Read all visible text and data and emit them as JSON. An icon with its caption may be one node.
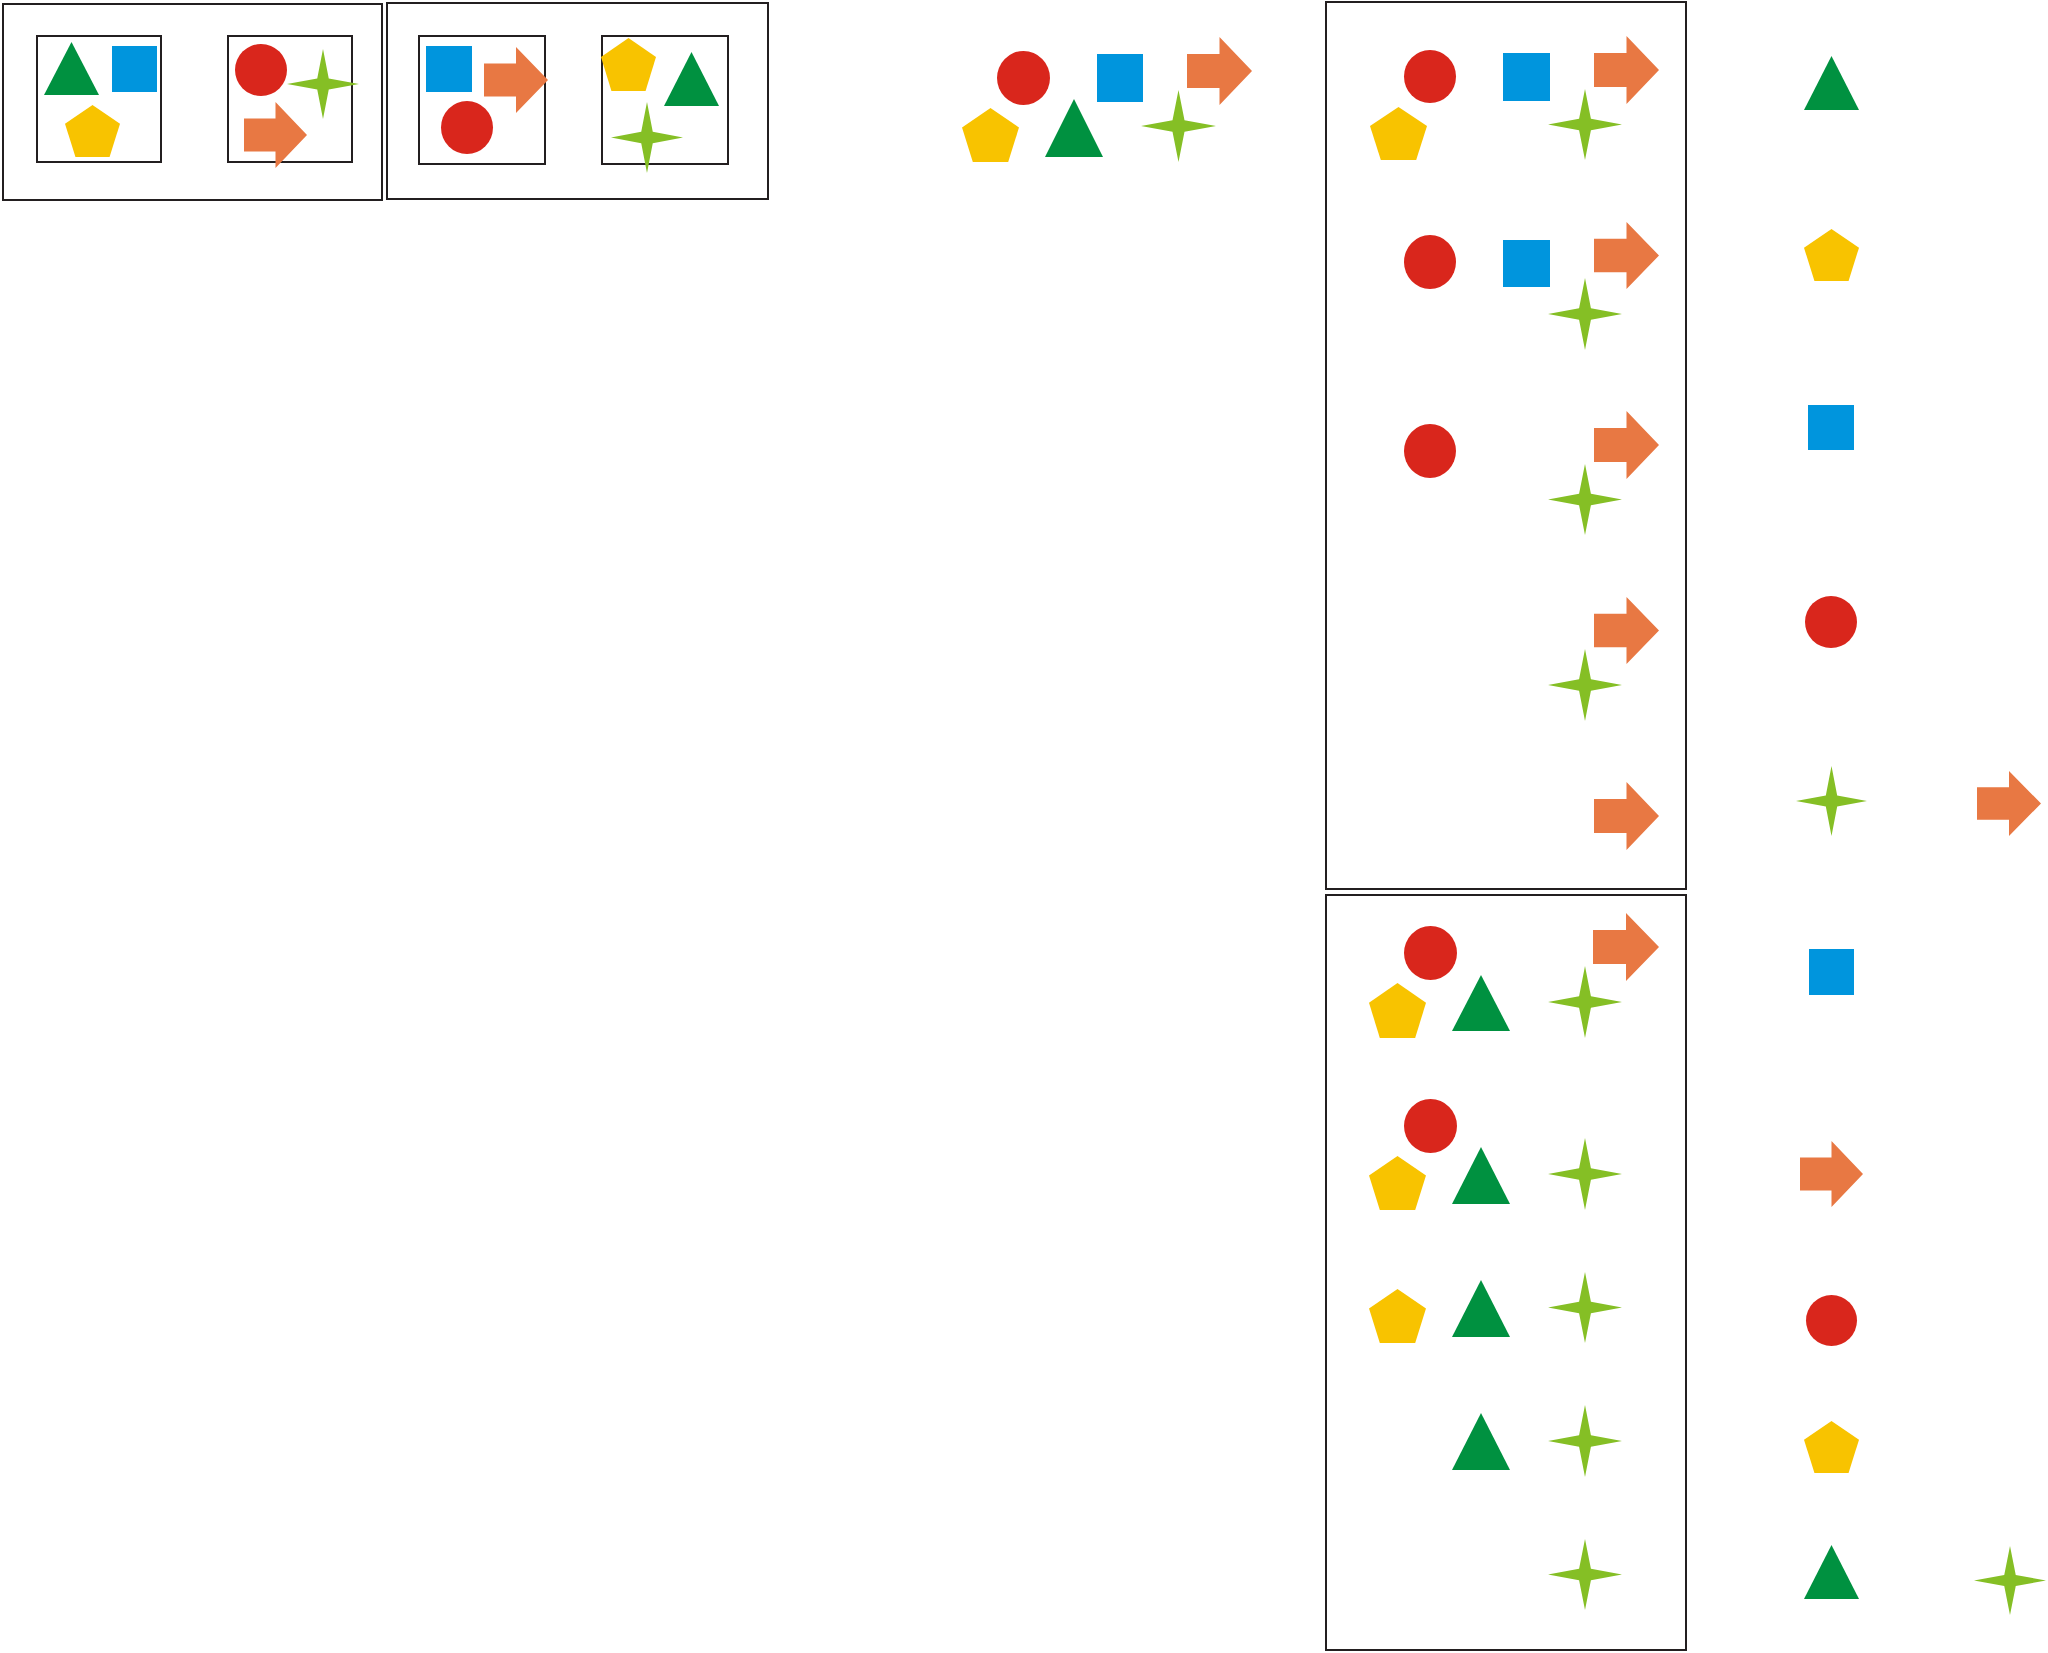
{
  "diagram": {
    "nodes": [
      {
        "text": [],
        "shape": "box"
      },
      {
        "text": [],
        "shape": "box",
        "in": 0
      },
      {
        "text": [],
        "shape": "triangle",
        "in": 1
      },
      {
        "text": [],
        "shape": "square",
        "in": 1
      },
      {
        "text": [],
        "shape": "pentagon",
        "in": 1
      },
      {
        "text": [],
        "shape": "box",
        "in": 0
      },
      {
        "text": [],
        "shape": "circle",
        "in": 5
      },
      {
        "text": [],
        "shape": "star",
        "in": 5
      },
      {
        "text": [],
        "shape": "arrow",
        "in": 5
      },
      {
        "text": [],
        "shape": "box"
      },
      {
        "text": [],
        "shape": "box",
        "in": 9
      },
      {
        "text": [],
        "shape": "square",
        "in": 10
      },
      {
        "text": [],
        "shape": "arrow",
        "in": 10
      },
      {
        "text": [],
        "shape": "circle",
        "in": 10
      },
      {
        "text": [],
        "shape": "box",
        "in": 9
      },
      {
        "text": [],
        "shape": "pentagon",
        "in": 14
      },
      {
        "text": [],
        "shape": "triangle",
        "in": 14
      },
      {
        "text": [],
        "shape": "star",
        "in": 14
      },
      {
        "text": [],
        "shape": "circle"
      },
      {
        "text": [],
        "shape": "square"
      },
      {
        "text": [],
        "shape": "arrow"
      },
      {
        "text": [],
        "shape": "pentagon"
      },
      {
        "text": [],
        "shape": "triangle"
      },
      {
        "text": [],
        "shape": "star"
      },
      {
        "text": [],
        "shape": "box"
      },
      {
        "text": [],
        "shape": "circle",
        "in": 24
      },
      {
        "text": [],
        "shape": "square",
        "in": 24
      },
      {
        "text": [],
        "shape": "arrow",
        "in": 24
      },
      {
        "text": [],
        "shape": "pentagon",
        "in": 24
      },
      {
        "text": [],
        "shape": "star",
        "in": 24
      },
      {
        "text": [],
        "shape": "circle",
        "in": 24
      },
      {
        "text": [],
        "shape": "square",
        "in": 24
      },
      {
        "text": [],
        "shape": "arrow",
        "in": 24
      },
      {
        "text": [],
        "shape": "star",
        "in": 24
      },
      {
        "text": [],
        "shape": "circle",
        "in": 24
      },
      {
        "text": [],
        "shape": "arrow",
        "in": 24
      },
      {
        "text": [],
        "shape": "star",
        "in": 24
      },
      {
        "text": [],
        "shape": "arrow",
        "in": 24
      },
      {
        "text": [],
        "shape": "star",
        "in": 24
      },
      {
        "text": [],
        "shape": "arrow",
        "in": 24
      },
      {
        "text": [],
        "shape": "triangle"
      },
      {
        "text": [],
        "shape": "pentagon"
      },
      {
        "text": [],
        "shape": "square"
      },
      {
        "text": [],
        "shape": "circle"
      },
      {
        "text": [],
        "shape": "star"
      },
      {
        "text": [],
        "shape": "arrow"
      },
      {
        "text": [],
        "shape": "box"
      },
      {
        "text": [],
        "shape": "arrow",
        "in": 46
      },
      {
        "text": [],
        "shape": "circle",
        "in": 46
      },
      {
        "text": [],
        "shape": "pentagon",
        "in": 46
      },
      {
        "text": [],
        "shape": "triangle",
        "in": 46
      },
      {
        "text": [],
        "shape": "star",
        "in": 46
      },
      {
        "text": [],
        "shape": "circle",
        "in": 46
      },
      {
        "text": [],
        "shape": "pentagon",
        "in": 46
      },
      {
        "text": [],
        "shape": "triangle",
        "in": 46
      },
      {
        "text": [],
        "shape": "star",
        "in": 46
      },
      {
        "text": [],
        "shape": "pentagon",
        "in": 46
      },
      {
        "text": [],
        "shape": "triangle",
        "in": 46
      },
      {
        "text": [],
        "shape": "star",
        "in": 46
      },
      {
        "text": [],
        "shape": "triangle",
        "in": 46
      },
      {
        "text": [],
        "shape": "star",
        "in": 46
      },
      {
        "text": [],
        "shape": "star",
        "in": 46
      },
      {
        "text": [],
        "shape": "square"
      },
      {
        "text": [],
        "shape": "arrow"
      },
      {
        "text": [],
        "shape": "circle"
      },
      {
        "text": [],
        "shape": "pentagon"
      },
      {
        "text": [],
        "shape": "triangle"
      },
      {
        "text": [],
        "shape": "star"
      }
    ]
  }
}
